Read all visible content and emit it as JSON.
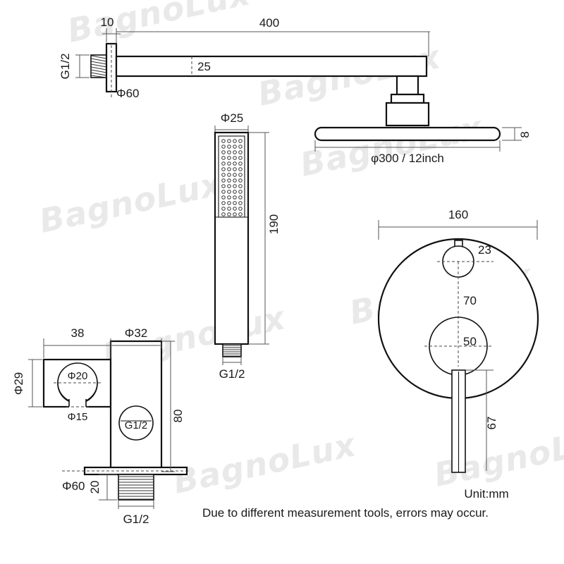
{
  "document": {
    "type": "technical-dimension-drawing",
    "subject": "Concealed shower set",
    "watermark_text": "BagnoLux"
  },
  "footer": {
    "unit_note": "Unit:mm",
    "disclaimer": "Due to different measurement tools, errors may occur."
  },
  "views": {
    "shower_arm": {
      "name": "Shower arm with ceiling/wall flange",
      "dimensions": {
        "flange_thickness": "10",
        "arm_length": "400",
        "arm_diameter": "25",
        "flange_diameter": "Φ60",
        "inlet_thread": "G1/2"
      }
    },
    "shower_head": {
      "name": "Round rain shower head",
      "dimensions": {
        "diameter": "φ300 / 12inch",
        "thickness": "8"
      }
    },
    "hand_shower": {
      "name": "Handheld shower wand",
      "dimensions": {
        "body_diameter": "Φ25",
        "length": "190",
        "outlet_thread": "G1/2"
      }
    },
    "wall_elbow": {
      "name": "Wall water outlet elbow with bracket",
      "dimensions": {
        "bracket_width": "38",
        "body_diameter": "Φ32",
        "bracket_height": "Φ29",
        "bore_large": "Φ20",
        "bore_small": "Φ15",
        "body_height": "80",
        "flange_diameter": "Φ60",
        "thread_length": "20",
        "body_thread": "G1/2",
        "outlet_thread": "G1/2"
      }
    },
    "mixer_valve": {
      "name": "Round concealed mixer trim plate",
      "dimensions": {
        "plate_diameter": "160",
        "diverter_diameter": "23",
        "center_spacing": "70",
        "handle_hub_diameter": "50",
        "lever_length": "67"
      }
    }
  }
}
